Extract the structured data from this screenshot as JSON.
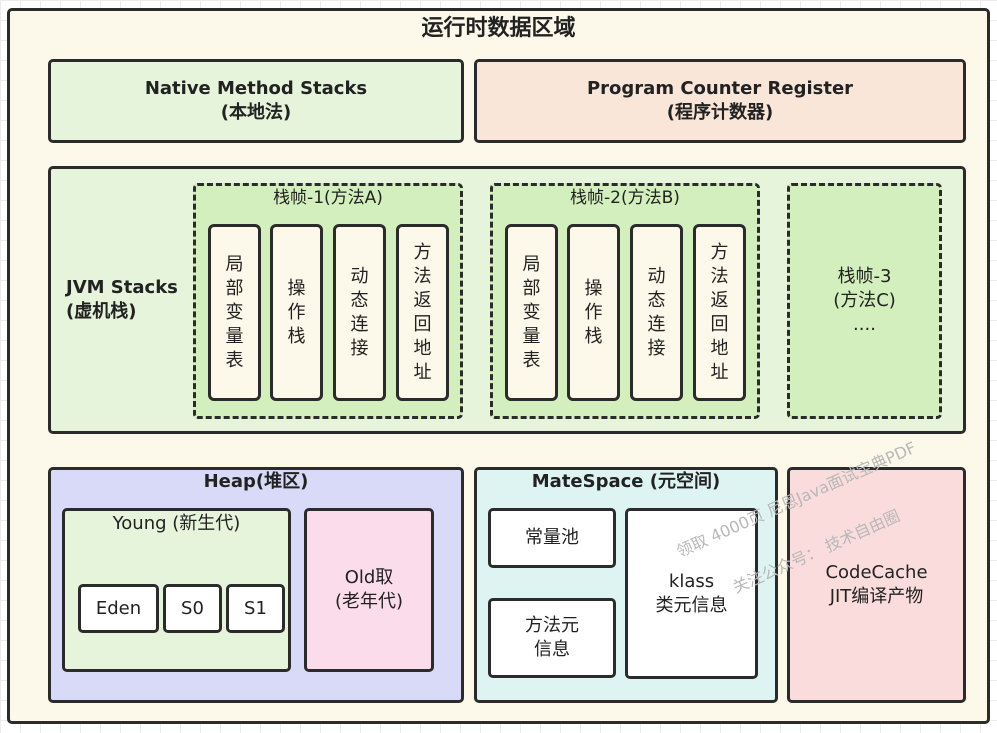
{
  "title": "运行时数据区域",
  "native": {
    "line1": "Native Method Stacks",
    "line2": "(本地法)"
  },
  "pc": {
    "line1": "Program Counter Register",
    "line2": "(程序计数器)"
  },
  "jvm": {
    "line1": "JVM Stacks",
    "line2": "(虚机栈)",
    "frame1": {
      "title": "栈帧-1(方法A)",
      "cells": [
        "局部变量表",
        "操作栈",
        "动态连接",
        "方法返回地址"
      ]
    },
    "frame2": {
      "title": "栈帧-2(方法B)",
      "cells": [
        "局部变量表",
        "操作栈",
        "动态连接",
        "方法返回地址"
      ]
    },
    "frame3": {
      "line1": "栈帧-3",
      "line2": "(方法C)",
      "line3": "...."
    }
  },
  "heap": {
    "title": "Heap(堆区)",
    "young": {
      "title": "Young (新生代)",
      "eden": "Eden",
      "s0": "S0",
      "s1": "S1"
    },
    "old": {
      "line1": "Old取",
      "line2": "(老年代)"
    }
  },
  "metaspace": {
    "title": "MateSpace (元空间)",
    "const_pool": "常量池",
    "method_meta": {
      "line1": "方法元",
      "line2": "信息"
    },
    "klass": {
      "line1": "klass",
      "line2": "类元信息"
    }
  },
  "codecache": {
    "line1": "CodeCache",
    "line2": "JIT编译产物"
  },
  "watermark": {
    "line1": "领取 4000页 尼恩Java面试宝典PDF",
    "line2": "关注公众号：  技术自由圈"
  },
  "colors": {
    "outer_bg": "#fcf9ea",
    "green_bg": "#e5f4da",
    "frame_bg": "#d4efbe",
    "pc_bg": "#fae6d8",
    "heap_bg": "#d8daf7",
    "old_bg": "#fbdcea",
    "meta_bg": "#def4f3",
    "code_bg": "#fbdcdc",
    "border": "#2b2b2b"
  }
}
